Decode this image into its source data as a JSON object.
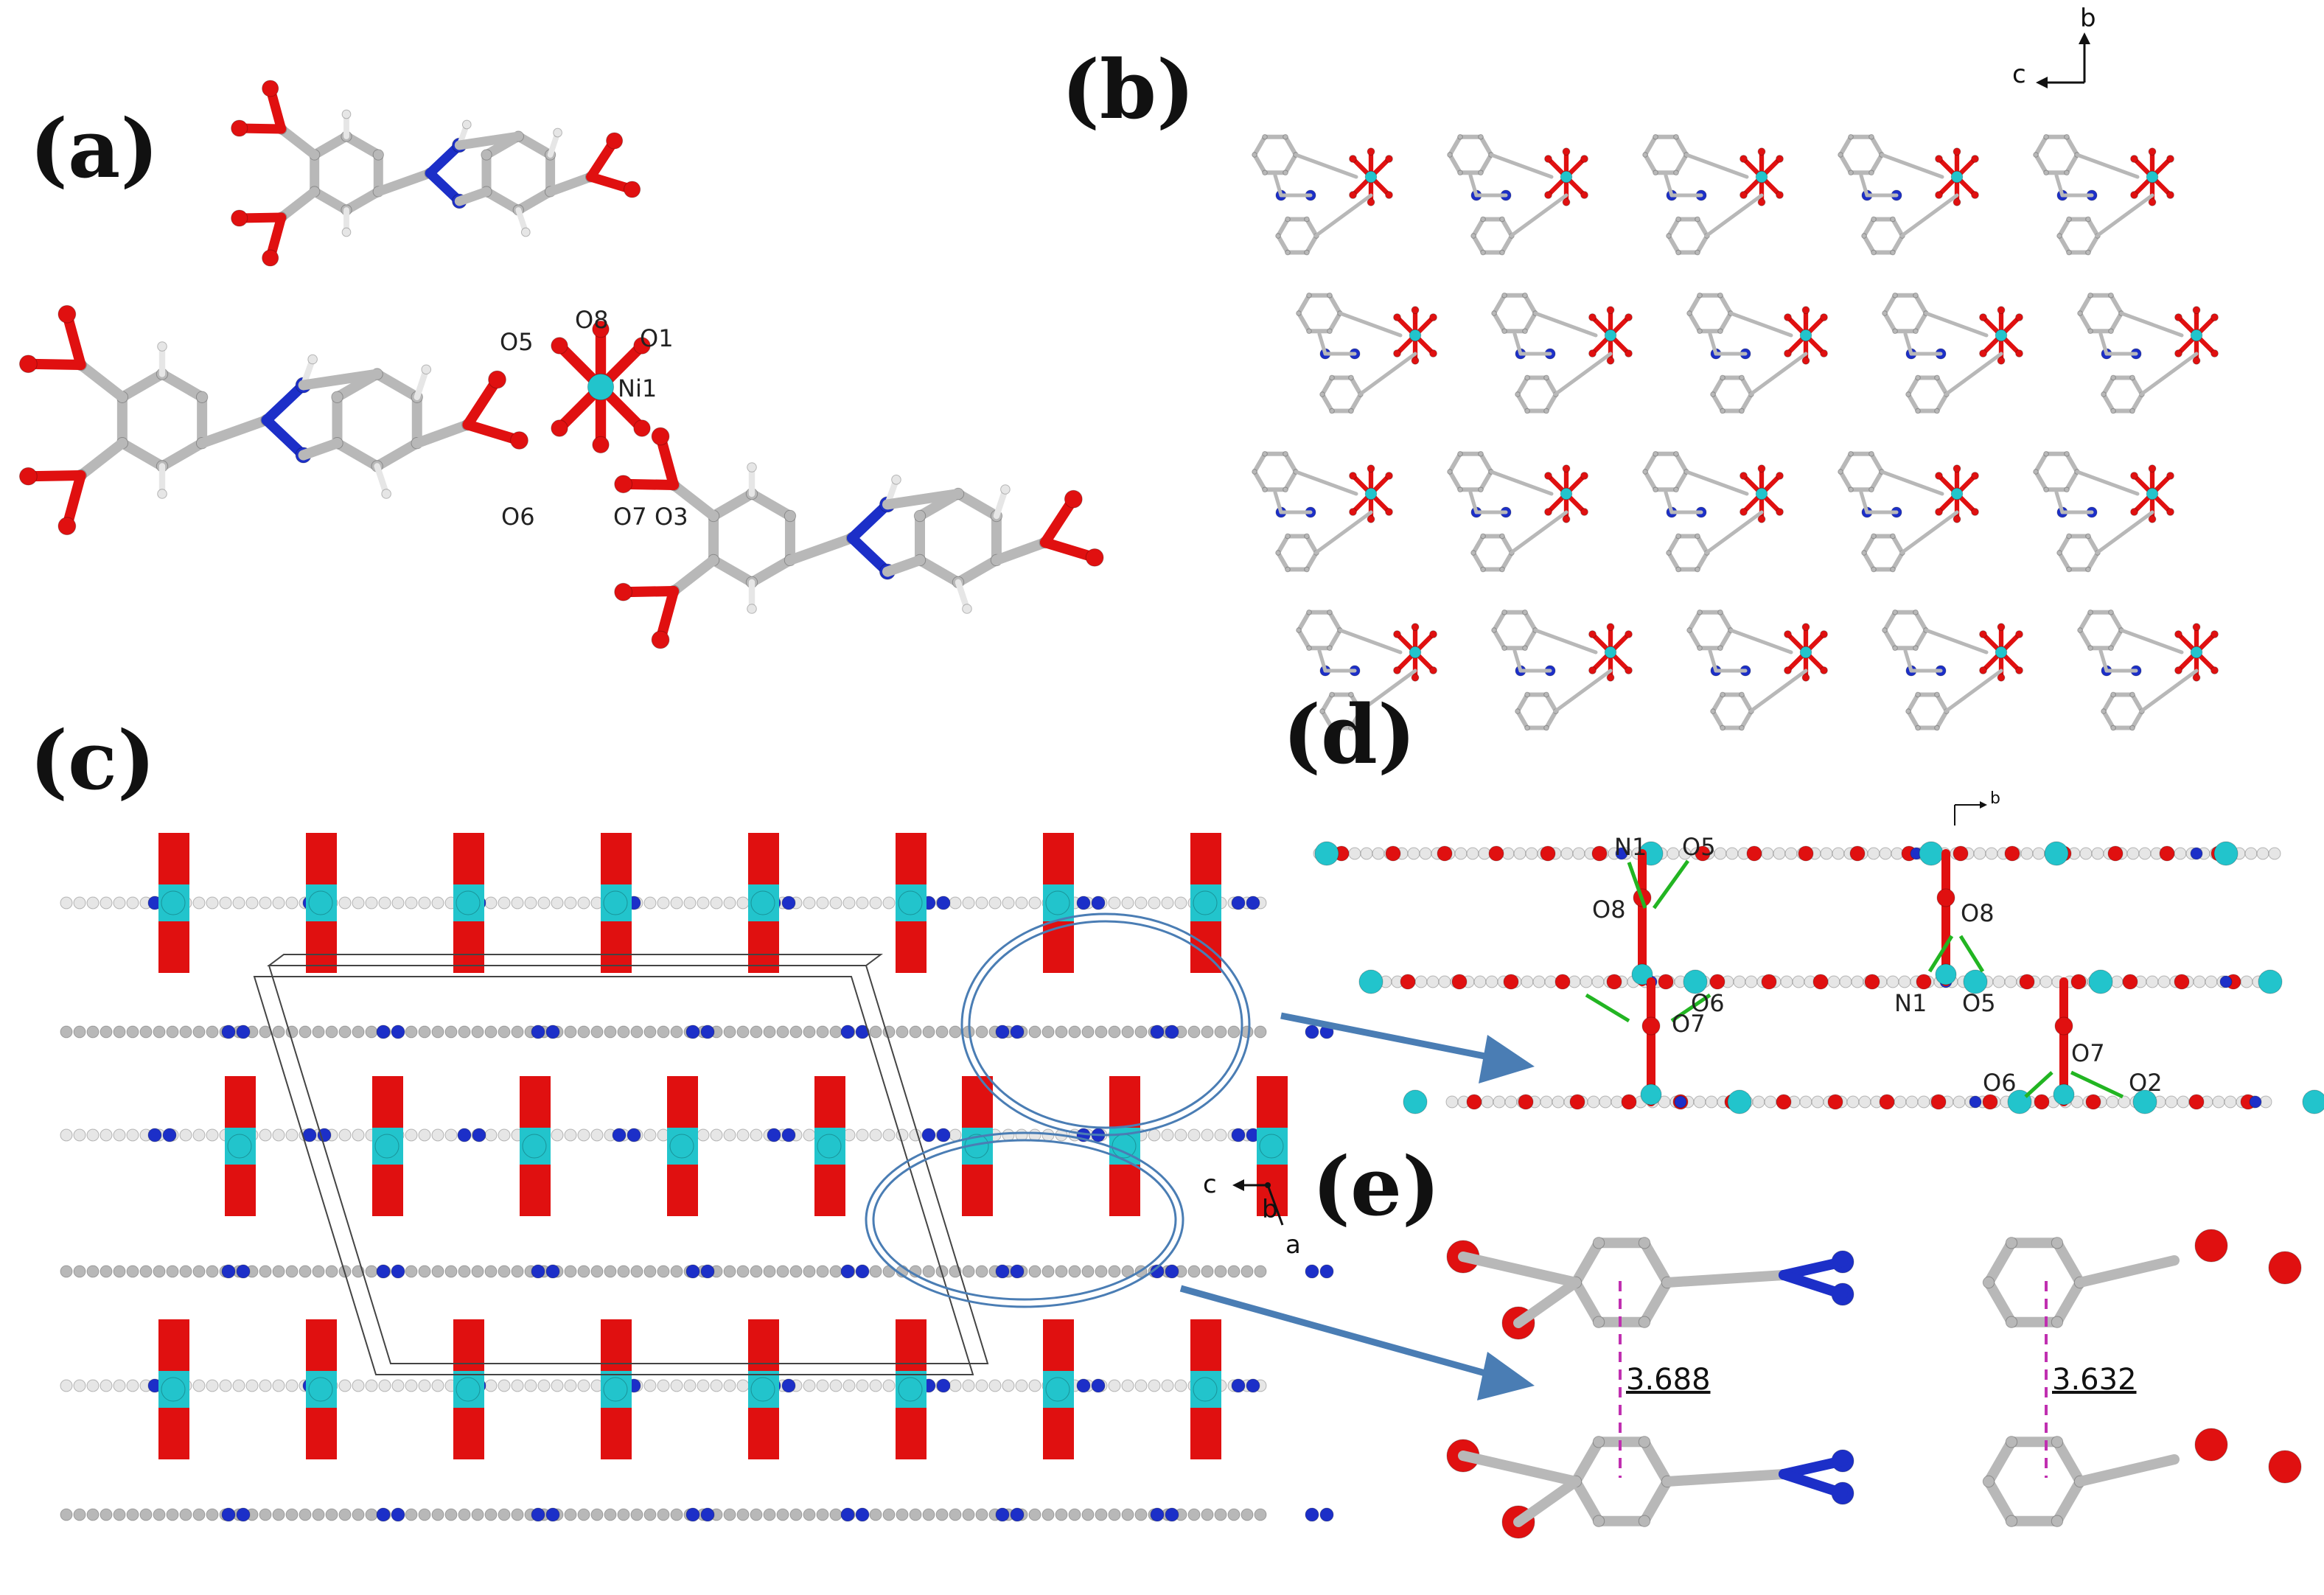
{
  "panels": {
    "a": {
      "letter": "(a)",
      "atom_labels": {
        "O8": "O8",
        "O1": "O1",
        "O5": "O5",
        "Ni1": "Ni1",
        "O6": "O6",
        "O7": "O7",
        "O3": "O3"
      }
    },
    "b": {
      "letter": "(b)",
      "axes": {
        "b": "b",
        "c": "c"
      }
    },
    "c": {
      "letter": "(c)",
      "axes": {
        "c": "c",
        "b": "b",
        "a": "a"
      }
    },
    "d": {
      "letter": "(d)",
      "axes": {
        "b": "b"
      },
      "atom_labels": {
        "N1_top": "N1",
        "O5_top": "O5",
        "O8_left": "O8",
        "O8_right": "O8",
        "O6_left": "O6",
        "N1_mid": "N1",
        "O5_mid": "O5",
        "O7_left": "O7",
        "O7_right": "O7",
        "O6_right": "O6",
        "O2": "O2"
      }
    },
    "e": {
      "letter": "(e)",
      "distances": {
        "left": "3.688",
        "right": "3.632"
      }
    }
  },
  "colors": {
    "carbon": "#b8b8b8",
    "carbon_dark": "#8a8a8a",
    "hydrogen": "#e6e6e6",
    "oxygen": "#e01010",
    "nitrogen": "#1c2fc8",
    "nickel": "#22c4cc",
    "hbond": "#22b522",
    "callout": "#4a7db4",
    "pi_stack": "#c02fb0",
    "cell": "#444444"
  }
}
